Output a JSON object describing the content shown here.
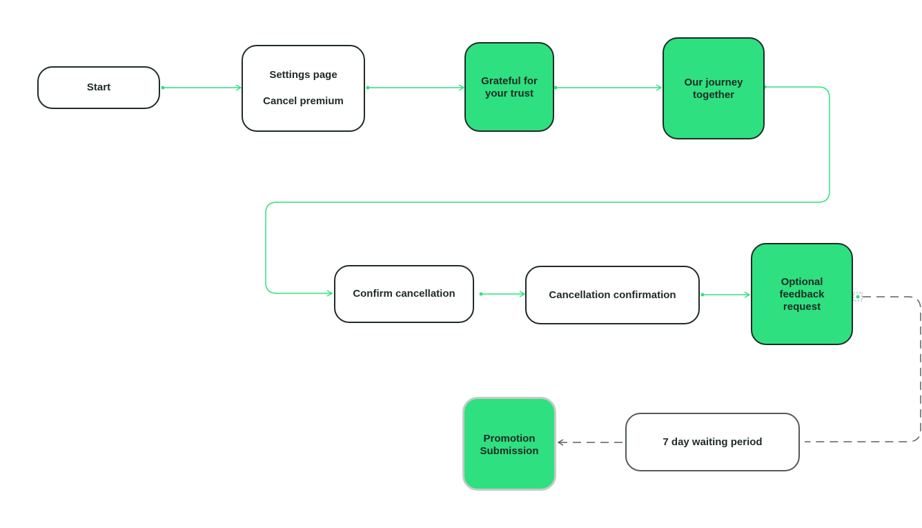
{
  "colors": {
    "accent": "#2ee080",
    "connector": "#2ee080",
    "dashed_connector": "#5a5f5c",
    "border": "#1f2a24"
  },
  "nodes": {
    "start": {
      "label": "Start"
    },
    "settings": {
      "line1": "Settings page",
      "line2": "Cancel premium"
    },
    "grateful": {
      "line1": "Grateful for",
      "line2": "your trust"
    },
    "journey": {
      "line1": "Our journey",
      "line2": "together"
    },
    "confirm_cancellation": {
      "label": "Confirm cancellation"
    },
    "cancellation_confirmation": {
      "label": "Cancellation confirmation"
    },
    "feedback": {
      "line1": "Optional",
      "line2": "feedback",
      "line3": "request"
    },
    "waiting": {
      "label": "7 day waiting period"
    },
    "promotion": {
      "line1": "Promotion",
      "line2": "Submission"
    }
  }
}
